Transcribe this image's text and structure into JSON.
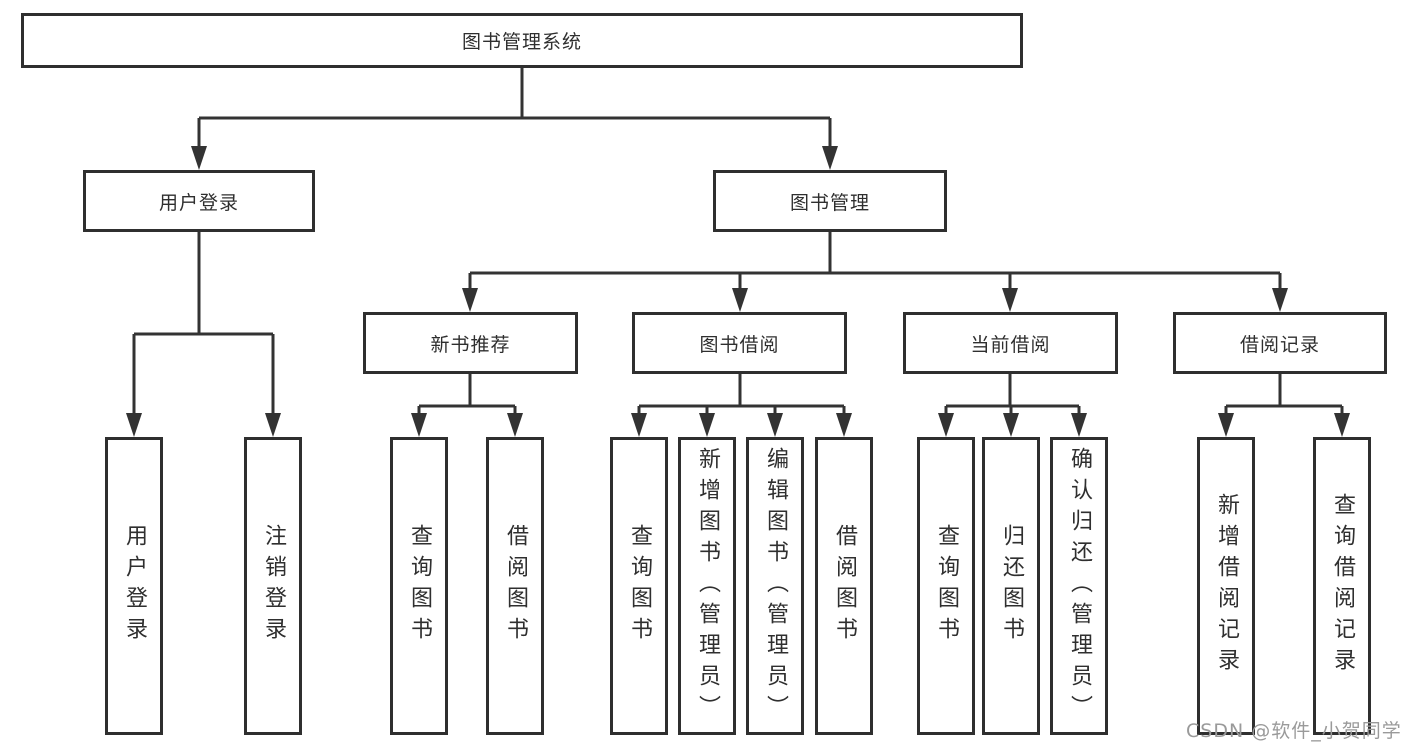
{
  "diagram": {
    "root": {
      "label": "图书管理系统"
    },
    "level2": [
      {
        "label": "用户登录"
      },
      {
        "label": "图书管理"
      }
    ],
    "level3": [
      {
        "label": "新书推荐"
      },
      {
        "label": "图书借阅"
      },
      {
        "label": "当前借阅"
      },
      {
        "label": "借阅记录"
      }
    ],
    "leaves": [
      {
        "label": "用户登录"
      },
      {
        "label": "注销登录"
      },
      {
        "label": "查询图书"
      },
      {
        "label": "借阅图书"
      },
      {
        "label": "查询图书"
      },
      {
        "label": "新增图书（管理员）"
      },
      {
        "label": "编辑图书（管理员）"
      },
      {
        "label": "借阅图书"
      },
      {
        "label": "查询图书"
      },
      {
        "label": "归还图书"
      },
      {
        "label": "确认归还（管理员）"
      },
      {
        "label": "新增借阅记录"
      },
      {
        "label": "查询借阅记录"
      }
    ]
  },
  "watermark": {
    "text": "CSDN @软件_小贺同学"
  },
  "colors": {
    "line": "#333333",
    "box_border": "#2f2f2f",
    "text": "#2f2f2f",
    "watermark": "#9a9a9a",
    "background": "#ffffff"
  }
}
